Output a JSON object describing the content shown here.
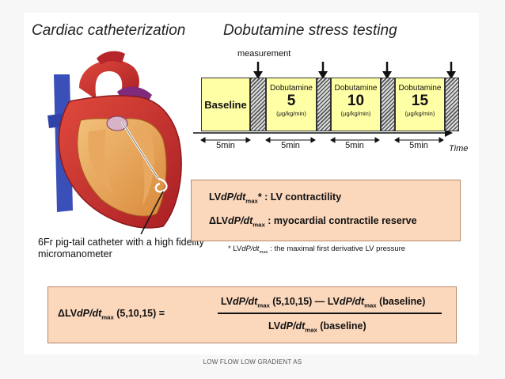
{
  "titles": {
    "left": "Cardiac catheterization",
    "right": "Dobutamine stress testing"
  },
  "heart_caption": "6Fr pig-tail catheter with a high fidelity micromanometer",
  "protocol": {
    "measurement_label": "measurement",
    "baseline_label": "Baseline",
    "drug_label": "Dobutamine",
    "dose_unit": "(μg/kg/min)",
    "doses": [
      "5",
      "10",
      "15"
    ],
    "durations": [
      "5min",
      "5min",
      "5min",
      "5min"
    ],
    "time_label": "Time"
  },
  "definitions": {
    "line1_prefix": "LV",
    "line1_var": "dP/dt",
    "line1_sub": "max",
    "line1_rest": "* : LV contractility",
    "line2_prefix": "ΔLV",
    "line2_var": "dP/dt",
    "line2_sub": "max",
    "line2_rest": " : myocardial contractile reserve"
  },
  "note": {
    "prefix": "* LV",
    "var": "dP/dt",
    "sub": "max",
    "rest": " : the maximal first derivative LV pressure"
  },
  "formula": {
    "lhs_prefix": "ΔLV",
    "var": "dP/dt",
    "sub": "max",
    "lhs_args": " (5,10,15) =",
    "num_a_prefix": "LV",
    "num_a_args": " (5,10,15) ",
    "minus": "—",
    "num_b_prefix": " LV",
    "num_b_args": " (baseline)",
    "den_prefix": "LV",
    "den_args": " (baseline)"
  },
  "footer": "LOW FLOW LOW GRADIENT AS",
  "colors": {
    "box_fill": "#ffffa6",
    "formula_fill": "#fbd7bb",
    "heart_red": "#c8282d",
    "vessel_blue": "#3a4fb8"
  }
}
